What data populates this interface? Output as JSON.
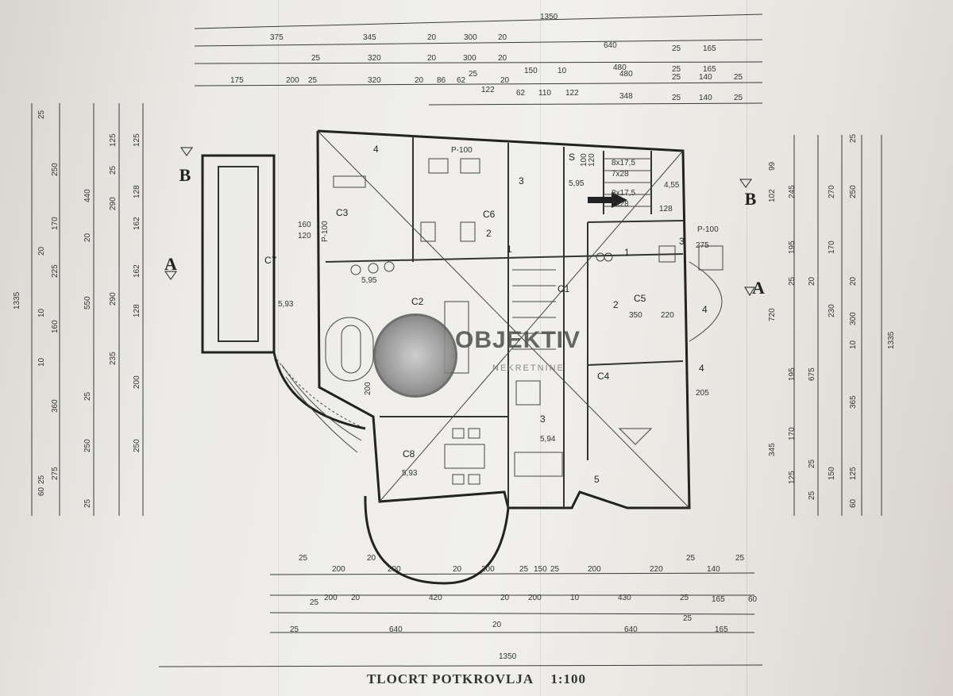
{
  "title": {
    "main": "TLOCRT POTKROVLJA",
    "scale": "1:100"
  },
  "watermark": {
    "brand": "OBJEKTIV",
    "sub": "NEKRETNINE"
  },
  "sections": [
    "A",
    "A",
    "B",
    "B"
  ],
  "rooms": [
    "4",
    "C3",
    "C7",
    "C6",
    "2",
    "1",
    "3",
    "C2",
    "C1",
    "C5",
    "2",
    "4",
    "4",
    "C4",
    "C8",
    "3",
    "5",
    "S",
    "1",
    "3"
  ],
  "levels": [
    "5,95",
    "5,93",
    "5,93",
    "5,95",
    "4,55",
    "5,94"
  ],
  "top_dims": {
    "r1": [
      "1350"
    ],
    "r2": [
      "375",
      "345",
      "20",
      "300",
      "20",
      "640",
      "25",
      "165"
    ],
    "r3": [
      "25",
      "320",
      "20",
      "300",
      "20",
      "480",
      "25",
      "165"
    ],
    "r4": [
      "175",
      "200",
      "25",
      "320",
      "20",
      "86",
      "62",
      "25",
      "20",
      "150",
      "10",
      "480",
      "25",
      "140",
      "25"
    ],
    "r5": [
      "122",
      "62",
      "110",
      "122",
      "348",
      "25",
      "140",
      "25"
    ]
  },
  "bottom_dims": {
    "r1": [
      "25",
      "200",
      "20",
      "200",
      "20",
      "200",
      "25",
      "150",
      "25",
      "200",
      "220",
      "25",
      "140",
      "25"
    ],
    "r2": [
      "25",
      "200",
      "20",
      "420",
      "20",
      "200",
      "10",
      "430",
      "25",
      "165",
      "60"
    ],
    "r3": [
      "25",
      "640",
      "20",
      "640",
      "25",
      "165"
    ],
    "r4": [
      "1350"
    ]
  },
  "left_dims": [
    "1335",
    "25",
    "250",
    "170",
    "20",
    "225",
    "10",
    "160",
    "10",
    "360",
    "275",
    "25",
    "60",
    "440",
    "20",
    "550",
    "25",
    "250",
    "25",
    "125",
    "25",
    "290",
    "290",
    "235",
    "125",
    "128",
    "162",
    "162",
    "128",
    "200",
    "250"
  ],
  "right_dims": [
    "25",
    "99",
    "102",
    "245",
    "270",
    "250",
    "1335",
    "720",
    "25",
    "195",
    "170",
    "20",
    "230",
    "20",
    "300",
    "675",
    "10",
    "195",
    "365",
    "345",
    "170",
    "25",
    "125",
    "150",
    "125",
    "25",
    "60"
  ],
  "notes": [
    "P-100",
    "P-100",
    "P-100",
    "100",
    "120",
    "160",
    "120",
    "8x17,5",
    "7x28",
    "8x17,5",
    "7x28",
    "128",
    "275",
    "205",
    "350",
    "220",
    "200"
  ]
}
